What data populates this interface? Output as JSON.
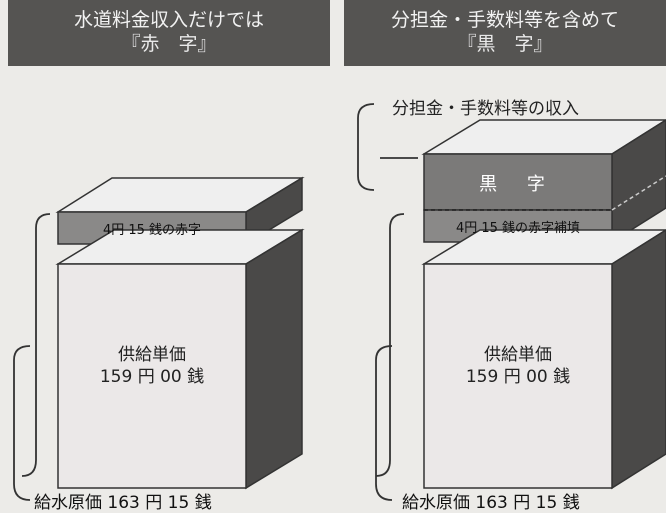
{
  "left_panel": {
    "header_line1": "水道料金収入だけでは",
    "header_line2": "『赤　字』",
    "deficit_label": "4円 15 銭の赤字",
    "price_line1": "供給単価",
    "price_line2": "159 円 00 銭",
    "cost_label": "給水原価 163 円 15 銭"
  },
  "right_panel": {
    "header_line1": "分担金・手数料等を含めて",
    "header_line2": "『黒　字』",
    "revenue_label": "分担金・手数料等の収入",
    "surplus_label": "黒 字",
    "compensation_label": "4円 15 銭の赤字補填",
    "price_line1": "供給単価",
    "price_line2": "159 円 00 銭",
    "cost_label": "給水原価 163 円 15 銭"
  },
  "colors": {
    "header_bg": "#555452",
    "box_front": "#ebe8e8",
    "box_side": "#4a4948",
    "box_top": "#ececec",
    "deficit_bar": "#8a8988",
    "surplus_box": "#7b7a79"
  }
}
